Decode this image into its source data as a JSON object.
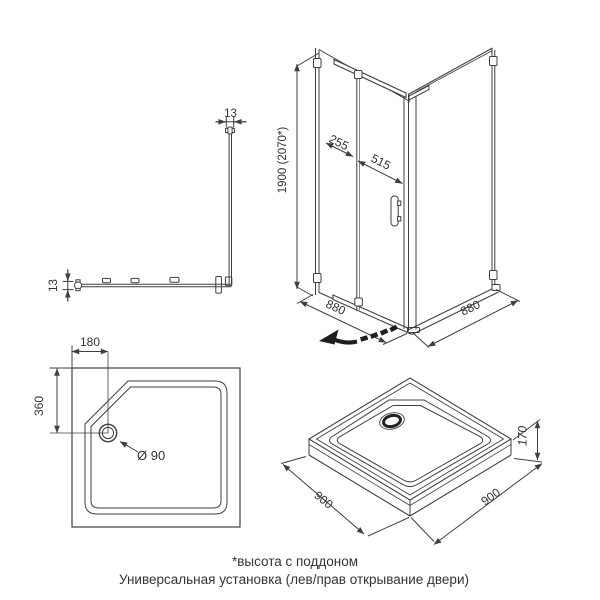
{
  "colors": {
    "line": "#3f3f3f",
    "dark": "#1e1e1e",
    "background": "#ffffff"
  },
  "views": {
    "corner_plan": {
      "dim_top": "13",
      "dim_left": "13"
    },
    "enclosure_iso": {
      "dim_height": "1900 (2070*)",
      "dim_fixed_panel": "255",
      "dim_door": "515",
      "dim_width_left": "880",
      "dim_width_right": "880"
    },
    "tray_plan": {
      "dim_drain_x": "180",
      "dim_drain_y": "360",
      "dim_drain_diameter": "Ø 90"
    },
    "tray_iso": {
      "dim_height": "170",
      "dim_width_left": "900",
      "dim_width_right": "900"
    }
  },
  "footnotes": {
    "height_note": "*высота с поддоном",
    "universal_note": "Универсальная установка (лев/прав открывание двери)"
  }
}
